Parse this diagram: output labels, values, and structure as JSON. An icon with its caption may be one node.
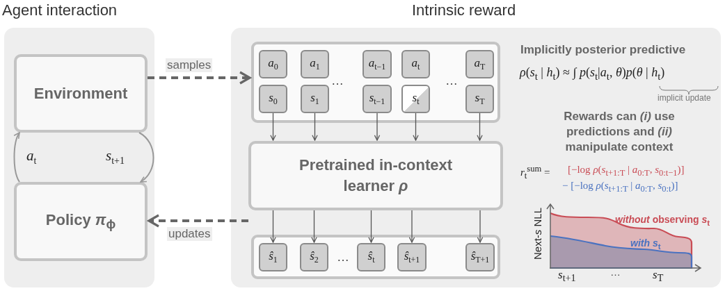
{
  "diagram": {
    "nodes": [
      {
        "text": [
          "Agent interaction"
        ]
      },
      {
        "text": [
          "Environment"
        ],
        "in": 0
      },
      {
        "text": [
          "Policy *π*$_{ϕ}$"
        ],
        "in": 0
      },
      {
        "text": [
          "Intrinsic reward"
        ]
      },
      {
        "text": [],
        "shape": "box",
        "in": 3
      },
      {
        "text": [
          "*a*$_{0}$"
        ],
        "in": 4
      },
      {
        "text": [
          "*a*$_{1}$"
        ],
        "in": 4
      },
      {
        "text": [
          "*a*$_{t−1}$"
        ],
        "in": 4
      },
      {
        "text": [
          "*a*$_{t}$"
        ],
        "in": 4
      },
      {
        "text": [
          "*a*$_{T}$"
        ],
        "in": 4
      },
      {
        "text": [
          "*s*$_{0}$"
        ],
        "in": 4
      },
      {
        "text": [
          "*s*$_{1}$"
        ],
        "in": 4
      },
      {
        "text": [
          "*s*$_{t−1}$"
        ],
        "in": 4
      },
      {
        "text": [
          "*s*$_{t}$"
        ],
        "in": 4
      },
      {
        "text": [
          "*s*$_{T}$"
        ],
        "in": 4
      },
      {
        "text": [
          "Pretrained in-context learner *ρ*"
        ],
        "in": 3
      },
      {
        "text": [],
        "shape": "box",
        "in": 3
      },
      {
        "text": [
          "*ŝ*$_{1}$"
        ],
        "in": 16
      },
      {
        "text": [
          "*ŝ*$_{2}$"
        ],
        "in": 16
      },
      {
        "text": [
          "*ŝ*$_{t}$"
        ],
        "in": 16
      },
      {
        "text": [
          "*ŝ*$_{t+1}$"
        ],
        "in": 16
      },
      {
        "text": [
          "*ŝ*$_{T+1}$"
        ],
        "in": 16
      }
    ],
    "edges": [
      {
        "from": 1,
        "to": 4,
        "arrow": "to",
        "label": "samples",
        "style": "dashed"
      },
      {
        "from": 15,
        "to": 2,
        "arrow": "to",
        "label": "updates",
        "style": "dashed"
      },
      {
        "from": 2,
        "to": 1,
        "arrow": "to",
        "label": "*a*$_{t}$"
      },
      {
        "from": 1,
        "to": 2,
        "arrow": "to",
        "label": "*s*$_{t+1}$"
      },
      {
        "from": 10,
        "to": 15,
        "arrow": "to"
      },
      {
        "from": 11,
        "to": 15,
        "arrow": "to"
      },
      {
        "from": 12,
        "to": 15,
        "arrow": "to"
      },
      {
        "from": 13,
        "to": 15,
        "arrow": "to"
      },
      {
        "from": 14,
        "to": 15,
        "arrow": "to"
      },
      {
        "from": 15,
        "to": 17,
        "arrow": "to"
      },
      {
        "from": 15,
        "to": 18,
        "arrow": "to"
      },
      {
        "from": 15,
        "to": 19,
        "arrow": "to"
      },
      {
        "from": 15,
        "to": 20,
        "arrow": "to"
      },
      {
        "from": 15,
        "to": 21,
        "arrow": "to"
      }
    ],
    "labels": [
      "…",
      "…",
      "Implicitly posterior predictive",
      "*ρ*(*s*$_{t}$ | *h*$_{t}$) ≈ ∫ *p*(*s*$_{t}$|*a*$_{t}$, *θ*)*p*(*θ* | *h*$_{t}$)",
      "implicit update",
      "Rewards can *(i)* use predictions and *(ii)* manipulate context",
      "*r*$_{t}$$^{sum}$ =",
      "[−log *ρ*(*s*$_{t+1:T}$ | *a*$_{0:T}$, *s*$_{0:t−1}$)]",
      "− [−log *ρ*(*s*$_{t+1:T}$ | *a*$_{0:T}$, *s*$_{0:t}$)]",
      "…",
      "Next-*s* NLL",
      "*without* observing *s*$_{t}$",
      "*with* *s*$_{t}$",
      "*s*$_{t+1}$",
      "…",
      "*s*$_{T}$"
    ]
  }
}
